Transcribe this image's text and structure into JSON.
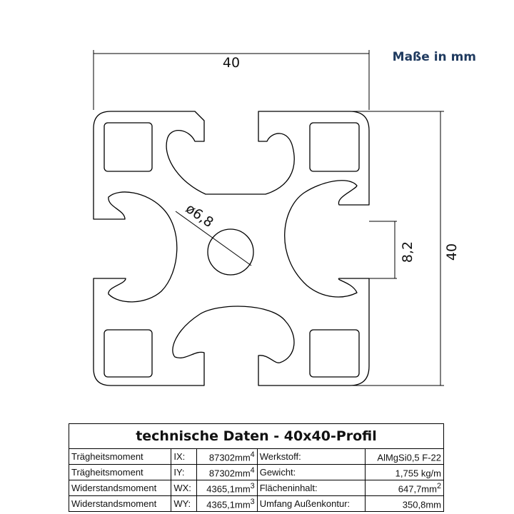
{
  "drawing": {
    "units_note": "Maße in mm",
    "dim_width": "40",
    "dim_height": "40",
    "dim_slot": "8,2",
    "dim_bore": "ø6,8"
  },
  "table": {
    "title": "technische Daten - 40x40-Profil",
    "rows": [
      {
        "prop": "Trägheitsmoment",
        "axis": "IX:",
        "value": "87302mm",
        "sup": "4",
        "label": "Werkstoff:",
        "spec": "AlMgSi0,5 F-22",
        "spec_sup": ""
      },
      {
        "prop": "Trägheitsmoment",
        "axis": "IY:",
        "value": "87302mm",
        "sup": "4",
        "label": "Gewicht:",
        "spec": "1,755 kg/m",
        "spec_sup": ""
      },
      {
        "prop": "Widerstandsmoment",
        "axis": "WX:",
        "value": "4365,1mm",
        "sup": "3",
        "label": "Flächeninhalt:",
        "spec": "647,7mm",
        "spec_sup": "2"
      },
      {
        "prop": "Widerstandsmoment",
        "axis": "WY:",
        "value": "4365,1mm",
        "sup": "3",
        "label": "Umfang Außenkontur:",
        "spec": "350,8mm",
        "spec_sup": ""
      }
    ]
  }
}
